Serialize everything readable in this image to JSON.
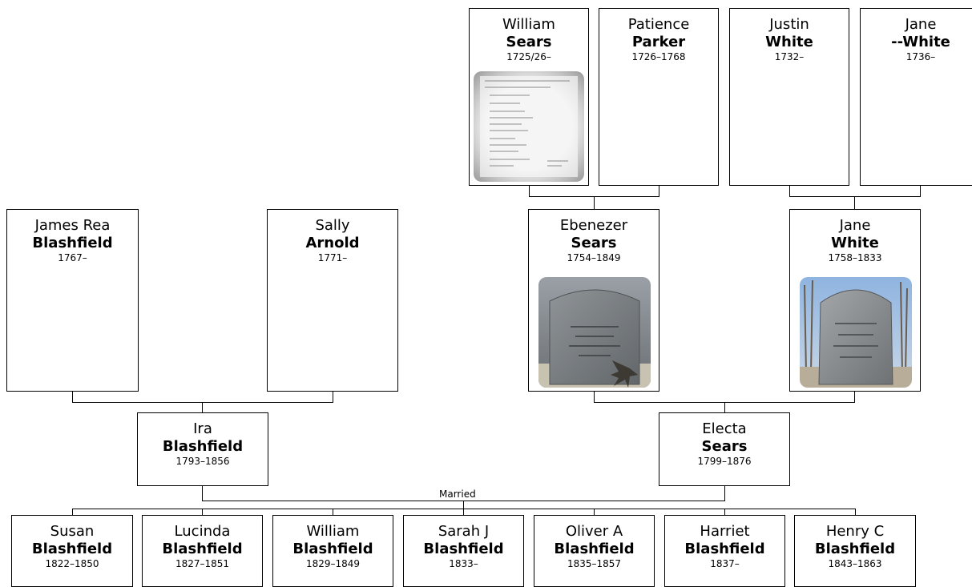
{
  "married_label": "Married",
  "people": {
    "william_sears": {
      "given": "William",
      "surname": "Sears",
      "dates": "1725/26–"
    },
    "patience_parker": {
      "given": "Patience",
      "surname": "Parker",
      "dates": "1726–1768"
    },
    "justin_white": {
      "given": "Justin",
      "surname": "White",
      "dates": "1732–"
    },
    "jane_white_sr": {
      "given": "Jane",
      "surname": "--White",
      "dates": "1736–"
    },
    "james_blashfield": {
      "given": "James Rea",
      "surname": "Blashfield",
      "dates": "1767–"
    },
    "sally_arnold": {
      "given": "Sally",
      "surname": "Arnold",
      "dates": "1771–"
    },
    "ebenezer_sears": {
      "given": "Ebenezer",
      "surname": "Sears",
      "dates": "1754–1849"
    },
    "jane_white": {
      "given": "Jane",
      "surname": "White",
      "dates": "1758–1833"
    },
    "ira_blashfield": {
      "given": "Ira",
      "surname": "Blashfield",
      "dates": "1793–1856"
    },
    "electa_sears": {
      "given": "Electa",
      "surname": "Sears",
      "dates": "1799–1876"
    }
  },
  "children": [
    {
      "given": "Susan",
      "surname": "Blashfield",
      "dates": "1822–1850"
    },
    {
      "given": "Lucinda",
      "surname": "Blashfield",
      "dates": "1827–1851"
    },
    {
      "given": "William",
      "surname": "Blashfield",
      "dates": "1829–1849"
    },
    {
      "given": "Sarah J",
      "surname": "Blashfield",
      "dates": "1833–"
    },
    {
      "given": "Oliver A",
      "surname": "Blashfield",
      "dates": "1835–1857"
    },
    {
      "given": "Harriet",
      "surname": "Blashfield",
      "dates": "1837–"
    },
    {
      "given": "Henry C",
      "surname": "Blashfield",
      "dates": "1843–1863"
    }
  ]
}
